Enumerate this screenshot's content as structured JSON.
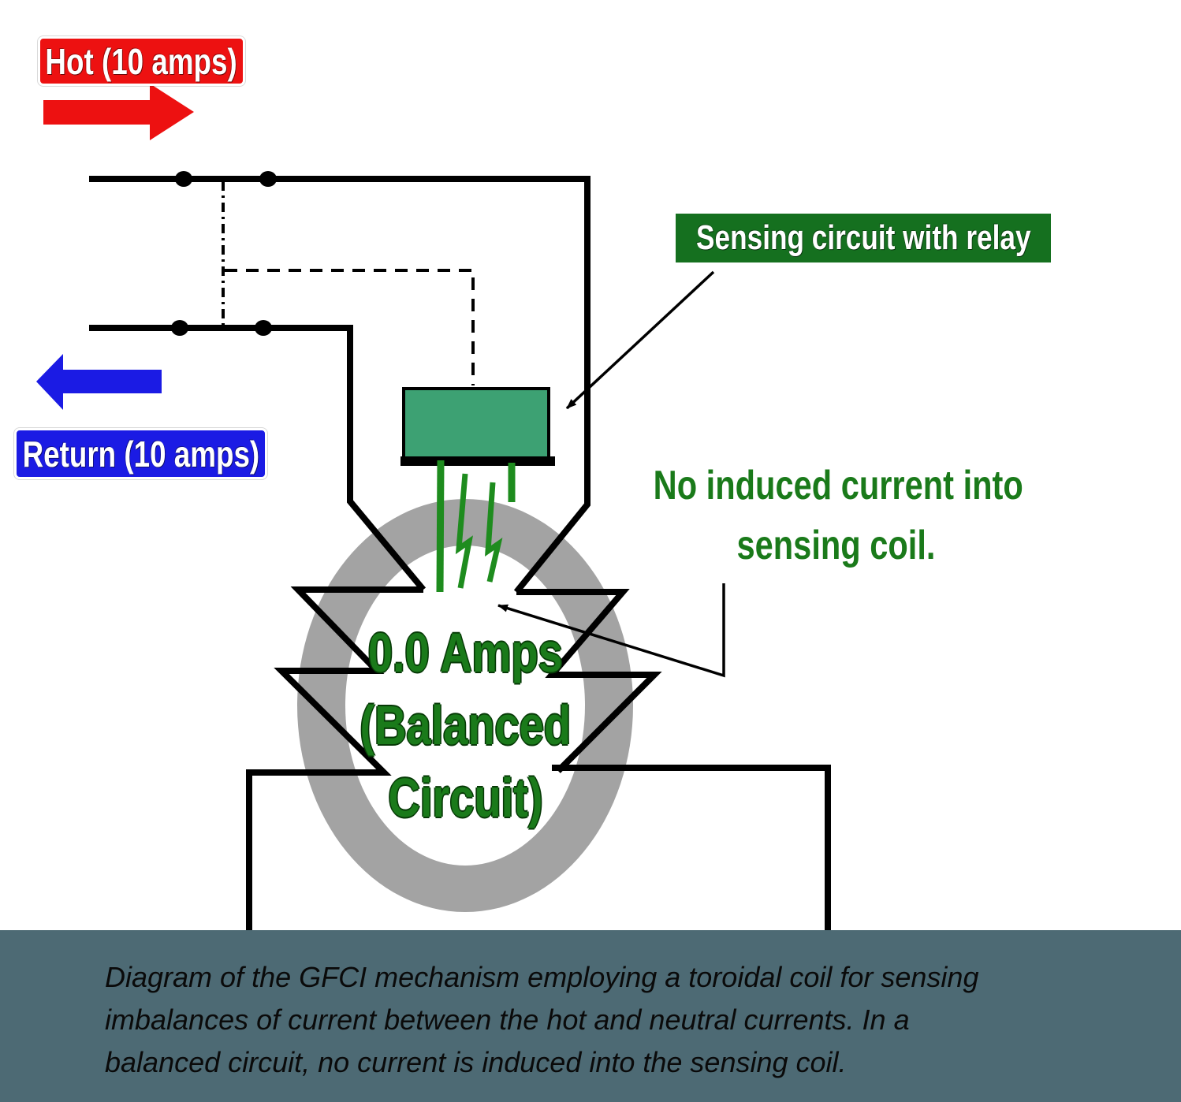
{
  "diagram": {
    "hot_label": "Hot (10 amps)",
    "return_label": "Return (10 amps)",
    "relay_label": "Sensing circuit with relay",
    "no_induced_line1": "No induced current into",
    "no_induced_line2": "sensing coil.",
    "torus_line1": "0.0 Amps",
    "torus_line2": "(Balanced",
    "torus_line3": "Circuit)"
  },
  "caption": {
    "lines": [
      "Diagram of the GFCI mechanism employing a toroidal coil for sensing",
      "imbalances of current between the hot and neutral currents. In a",
      "balanced circuit, no current is induced into the sensing coil."
    ]
  },
  "icons": {
    "hot_arrow": "arrow-right-icon",
    "return_arrow": "arrow-left-icon"
  },
  "colors": {
    "hot_red": "#ed1111",
    "return_blue": "#1b1be4",
    "relay_green": "#15701f",
    "box_green": "#3da173",
    "coil_green": "#1e8c1e",
    "torus_gray": "#a3a3a3",
    "text_green": "#1a7a1a",
    "caption_bg": "#4d6a74",
    "ink": "#000000"
  }
}
